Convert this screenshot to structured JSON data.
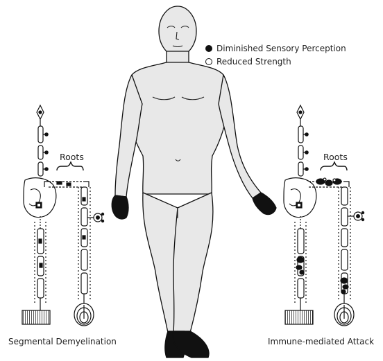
{
  "legend": {
    "items": [
      {
        "label": "Diminished Sensory Perception",
        "marker": "filled-circle"
      },
      {
        "label": "Reduced Strength",
        "marker": "open-circle"
      }
    ]
  },
  "panels": {
    "left": {
      "roots_label": "Roots",
      "caption": "Segmental Demyelination"
    },
    "right": {
      "roots_label": "Roots",
      "caption": "Immune-mediated Attack"
    }
  },
  "colors": {
    "body_fill": "#e8e8e8",
    "ink": "#111111"
  }
}
